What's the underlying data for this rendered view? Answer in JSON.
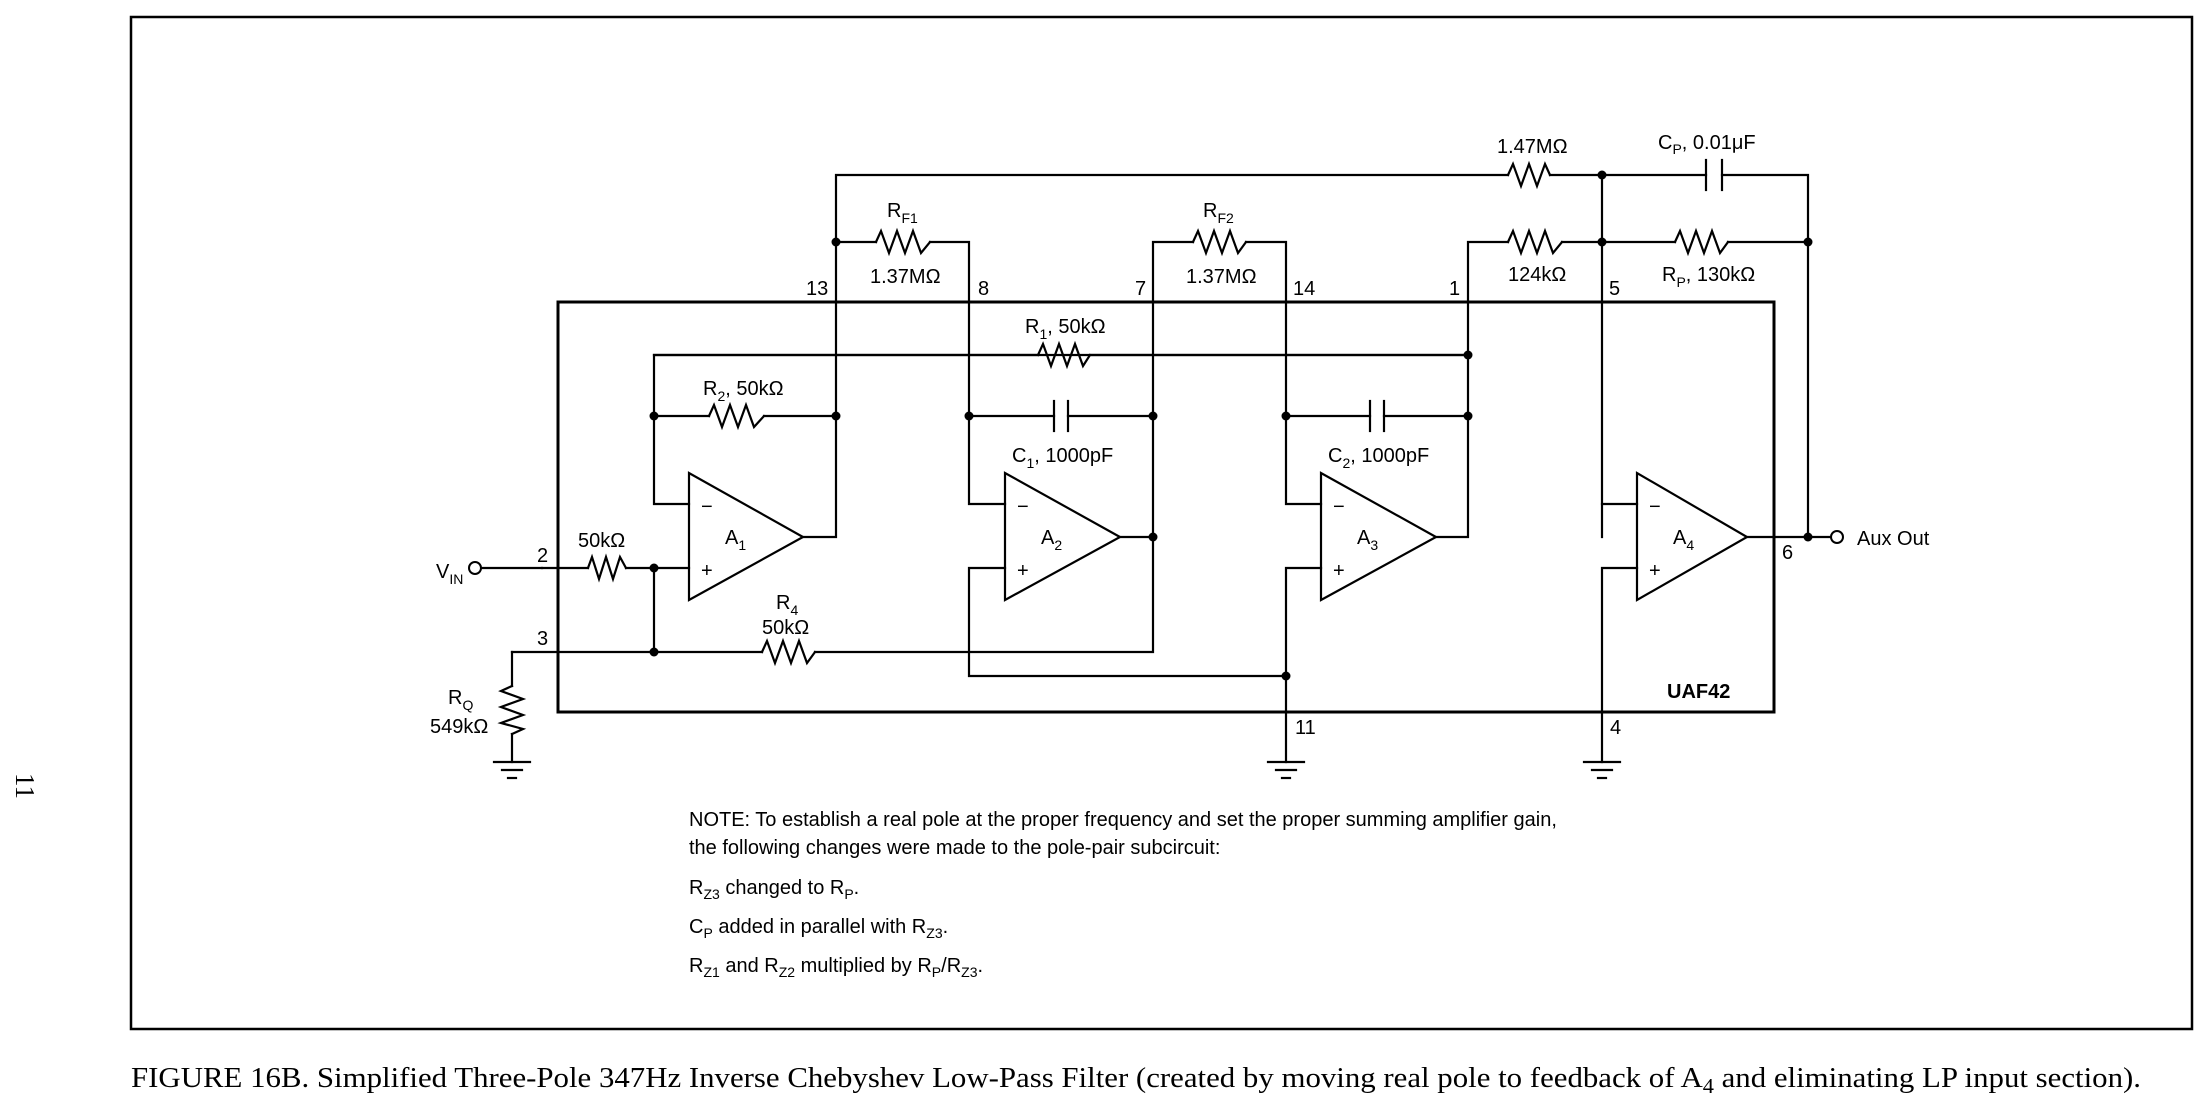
{
  "page": {
    "number": "11"
  },
  "schematic": {
    "chip_label": "UAF42",
    "pins": {
      "p13": "13",
      "p8": "8",
      "p7": "7",
      "p14": "14",
      "p1": "1",
      "p5": "5",
      "p2": "2",
      "p3": "3",
      "p6": "6",
      "p11": "11",
      "p4": "4"
    },
    "opamps": {
      "a1": {
        "letter": "A",
        "index": "1"
      },
      "a2": {
        "letter": "A",
        "index": "2"
      },
      "a3": {
        "letter": "A",
        "index": "3"
      },
      "a4": {
        "letter": "A",
        "index": "4"
      },
      "minus": "−",
      "plus": "+"
    },
    "components": {
      "rf_top": {
        "value": "1.47MΩ"
      },
      "cp": {
        "letter": "C",
        "sub": "P",
        "value": ", 0.01μF"
      },
      "rf1": {
        "letter": "R",
        "sub": "F1",
        "value": "1.37MΩ"
      },
      "rf2": {
        "letter": "R",
        "sub": "F2",
        "value": "1.37MΩ"
      },
      "r124": {
        "value": "124kΩ"
      },
      "rp": {
        "letter": "R",
        "sub": "P",
        "value": ", 130kΩ"
      },
      "r1": {
        "letter": "R",
        "sub": "1",
        "value": ", 50kΩ"
      },
      "r2": {
        "letter": "R",
        "sub": "2",
        "value": ", 50kΩ"
      },
      "c1": {
        "letter": "C",
        "sub": "1",
        "value": ", 1000pF"
      },
      "c2": {
        "letter": "C",
        "sub": "2",
        "value": ", 1000pF"
      },
      "r_in": {
        "value": "50kΩ"
      },
      "r4": {
        "letter": "R",
        "sub": "4",
        "value": "50kΩ"
      },
      "rq": {
        "letter": "R",
        "sub": "Q",
        "value": "549kΩ"
      }
    },
    "terminals": {
      "vin": {
        "letter": "V",
        "sub": "IN"
      },
      "aux_out": "Aux Out"
    }
  },
  "note": {
    "line1": "NOTE: To establish a real pole at the proper frequency and set the proper summing amplifier gain,",
    "line2": "the following changes were made to the pole-pair subcircuit:",
    "c1": {
      "a": "R",
      "a_sub": "Z3",
      "b": " changed to R",
      "b_sub": "P",
      "c": "."
    },
    "c2": {
      "a": "C",
      "a_sub": "P",
      "b": " added in parallel with R",
      "b_sub": "Z3",
      "c": "."
    },
    "c3": {
      "a": "R",
      "a_sub": "Z1",
      "b": " and R",
      "b_sub": "Z2",
      "c": " multiplied by R",
      "c_sub": "P",
      "d": "/R",
      "d_sub": "Z3",
      "e": "."
    }
  },
  "caption": {
    "text": "FIGURE 16B. Simplified Three-Pole 347Hz Inverse Chebyshev Low-Pass Filter (created by moving real pole to feedback of A",
    "sub": "4",
    "text2": " and eliminating LP input section)."
  }
}
